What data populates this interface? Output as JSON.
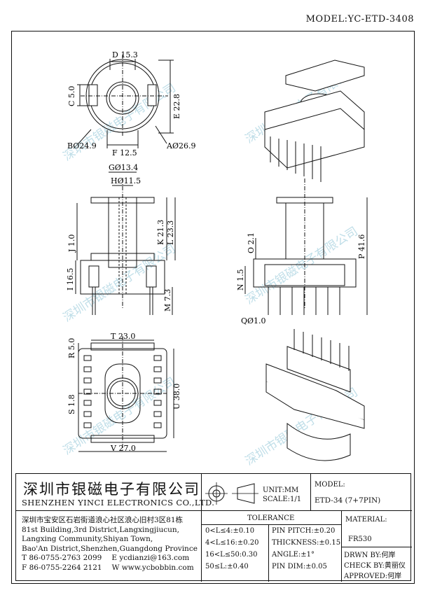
{
  "header": {
    "model_label": "MODEL:YC-ETD-3408"
  },
  "dimensions": {
    "top_view": {
      "D": "D 15.3",
      "C": "C 5.0",
      "E": "E 22.8",
      "B": "BØ24.9",
      "F": "F 12.5",
      "A": "AØ26.9"
    },
    "front_view": {
      "G": "GØ13.4",
      "H": "HØ11.5",
      "K": "K 21.3",
      "L": "L 23.3",
      "J": "J 1.0",
      "I": "I 16.5",
      "M": "M 7.3"
    },
    "side_view": {
      "O": "O 2.1",
      "P": "P 41.6",
      "N": "N 1.5",
      "Q": "QØ1.0"
    },
    "bottom_view": {
      "T": "T 23.0",
      "R": "R 5.0",
      "U": "U 38.0",
      "S": "S 1.8",
      "V": "V 27.0"
    }
  },
  "watermark": {
    "text": "深圳市银磁电子有限公司"
  },
  "title_block": {
    "company_cn": "深圳市银磁电子有限公司",
    "company_en": "SHENZHEN YINCI ELECTRONICS CO.,LTD.",
    "address_lines": [
      "深圳市宝安区石岩街道浪心社区浪心旧村3区81栋",
      "81st Building,3rd District,Langxingjiucun,",
      "Langxing Community,Shiyan Town,",
      "Bao'An District,Shenzhen,Guangdong Province"
    ],
    "tel": "T 86-0755-2763 2099",
    "email": "E ycdianzi@163.com",
    "fax": "F 86-0755-2264 2121",
    "web": "W www.ycbobbin.com",
    "unit": "UNIT:MM",
    "scale": "SCALE:1/1",
    "model_label": "MODEL:",
    "model_value": "ETD-34 (7+7PIN)",
    "material_label": "MATERIAL:",
    "material_value": "FR530",
    "tolerance_label": "TOLERANCE",
    "tolerances": [
      "0<L≤4:±0.10",
      "4<L≤16:±0.20",
      "16<L≤50:0.30",
      "50≤L:±0.40"
    ],
    "pin_specs": [
      "PIN PITCH:±0.20",
      "THICKNESS:±0.15",
      "ANGLE:±1°",
      "PIN DIM:±0.05"
    ],
    "drawn_by": "DRWN BY:何岸",
    "check_by": "CHECK BY:黄丽仪",
    "approved": "APPROVED:何岸"
  }
}
